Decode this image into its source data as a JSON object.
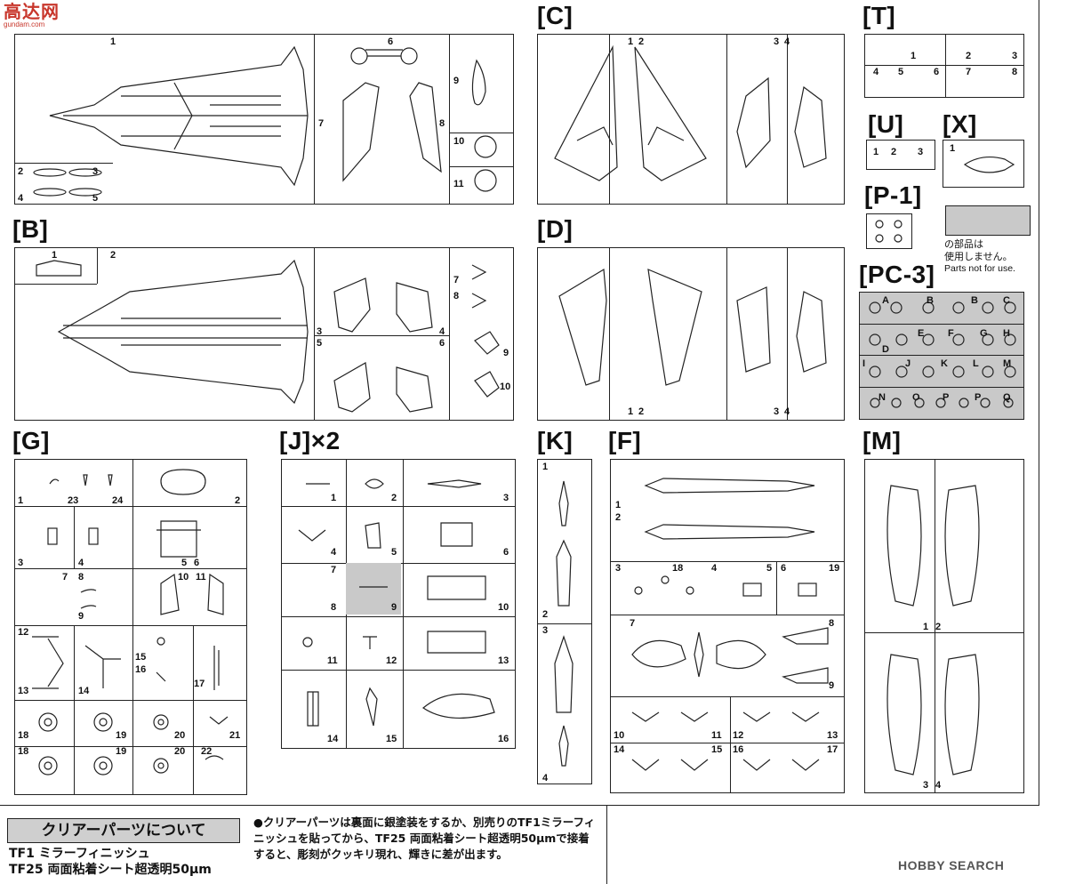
{
  "watermark": {
    "title": "高达网",
    "url": "gundam.com"
  },
  "sections": {
    "A": {
      "label": ""
    },
    "B": {
      "label": "[B]"
    },
    "C": {
      "label": "[C]"
    },
    "D": {
      "label": "[D]"
    },
    "T": {
      "label": "[T]"
    },
    "U": {
      "label": "[U]"
    },
    "X": {
      "label": "[X]"
    },
    "P1": {
      "label": "[P-1]"
    },
    "PC3": {
      "label": "[PC-3]"
    },
    "G": {
      "label": "[G]"
    },
    "J": {
      "label": "[J]×2"
    },
    "K": {
      "label": "[K]"
    },
    "F": {
      "label": "[F]"
    },
    "M": {
      "label": "[M]"
    }
  },
  "unused_parts": {
    "jp_line1": "の部品は",
    "jp_line2": "使用しません。",
    "en": "Parts not for use."
  },
  "pc3_letters": [
    "A",
    "B",
    "B",
    "C",
    "D",
    "E",
    "F",
    "G",
    "H",
    "I",
    "J",
    "K",
    "L",
    "M",
    "N",
    "O",
    "P",
    "P",
    "Q"
  ],
  "clear_parts": {
    "heading": "クリアーパーツについて",
    "line1": "TF1 ミラーフィニッシュ",
    "line2": "TF25 両面粘着シート超透明50μm",
    "body": "●クリアーパーツは裏面に銀塗装をするか、別売りのTF1ミラーフィニッシュを貼ってから、TF25 両面粘着シート超透明50μmで接着すると、彫刻がクッキリ現れ、輝きに差が出ます。"
  },
  "footer": {
    "brand": "HOBBY SEARCH"
  },
  "part_numbers": {
    "A": [
      "1",
      "2",
      "3",
      "4",
      "5",
      "6",
      "7",
      "8",
      "9",
      "10",
      "11"
    ],
    "B": [
      "1",
      "2",
      "3",
      "4",
      "5",
      "6",
      "7",
      "8",
      "9",
      "10"
    ],
    "C": [
      "1",
      "2",
      "3",
      "4"
    ],
    "D": [
      "1",
      "2",
      "3",
      "4"
    ],
    "T": [
      "1",
      "2",
      "3",
      "4",
      "5",
      "6",
      "7",
      "8"
    ],
    "U": [
      "1",
      "2",
      "3"
    ],
    "X": [
      "1"
    ],
    "G": [
      "1",
      "23",
      "24",
      "2",
      "3",
      "4",
      "5",
      "6",
      "7",
      "8",
      "9",
      "10",
      "11",
      "12",
      "13",
      "14",
      "15",
      "16",
      "17",
      "18",
      "19",
      "20",
      "21",
      "18",
      "19",
      "20",
      "22"
    ],
    "J": [
      "1",
      "2",
      "3",
      "4",
      "5",
      "6",
      "7",
      "8",
      "9",
      "10",
      "11",
      "12",
      "13",
      "14",
      "15",
      "16"
    ],
    "K": [
      "1",
      "2",
      "3",
      "4"
    ],
    "F": [
      "1",
      "2",
      "3",
      "18",
      "4",
      "5",
      "6",
      "19",
      "7",
      "8",
      "9",
      "10",
      "11",
      "12",
      "13",
      "14",
      "15",
      "16",
      "17"
    ],
    "M": [
      "1",
      "2",
      "3",
      "4"
    ]
  }
}
